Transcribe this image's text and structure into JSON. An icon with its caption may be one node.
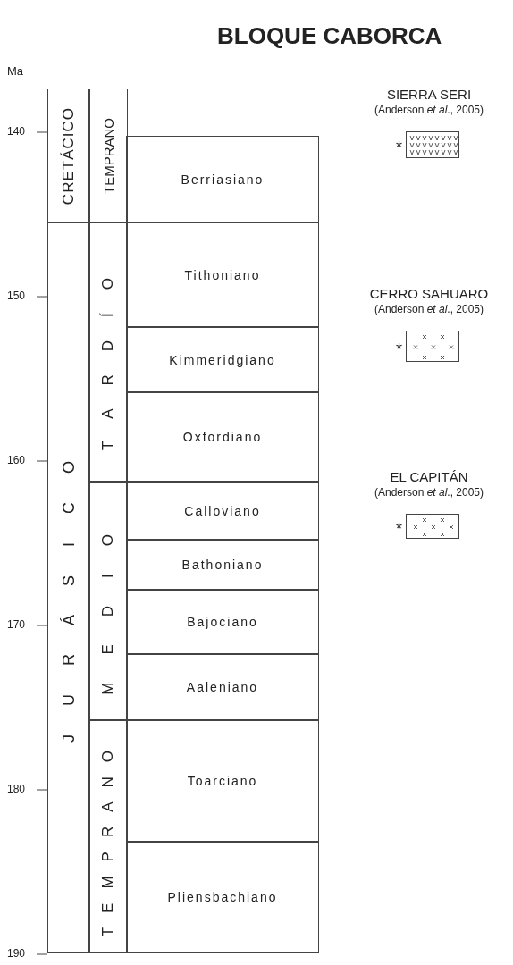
{
  "diagram": {
    "title": "BLOQUE CABORCA",
    "nodes": [
      {
        "text": [
          "CRETÁCICO"
        ]
      },
      {
        "text": [
          "JURÁSICO"
        ]
      },
      {
        "text": [
          "TEMPRANO"
        ]
      },
      {
        "text": [
          "TARDÍO"
        ]
      },
      {
        "text": [
          "MEDIO"
        ]
      },
      {
        "text": [
          "TEMPRANO"
        ]
      },
      {
        "text": [
          "Berriasiano"
        ]
      },
      {
        "text": [
          "Tithoniano"
        ]
      },
      {
        "text": [
          "Kimmeridgiano"
        ]
      },
      {
        "text": [
          "Oxfordiano"
        ]
      },
      {
        "text": [
          "Calloviano"
        ]
      },
      {
        "text": [
          "Bathoniano"
        ]
      },
      {
        "text": [
          "Bajociano"
        ]
      },
      {
        "text": [
          "Aaleniano"
        ]
      },
      {
        "text": [
          "Toarciano"
        ]
      },
      {
        "text": [
          "Pliensbachiano"
        ]
      },
      {
        "text": [
          "SIERRA SERI",
          "(Anderson *et al*., 2005)"
        ]
      },
      {
        "text": [],
        "shape": "box",
        "in": 16,
        "beside": [
          "*"
        ]
      },
      {
        "text": [
          "CERRO SAHUARO",
          "(Anderson *et al*., 2005)"
        ]
      },
      {
        "text": [],
        "shape": "box",
        "in": 18,
        "beside": [
          "*"
        ]
      },
      {
        "text": [
          "EL CAPITÁN",
          "(Anderson *et al*., 2005)"
        ]
      },
      {
        "text": [],
        "shape": "box",
        "in": 20,
        "beside": [
          "*"
        ]
      }
    ],
    "labels": [
      "Ma",
      "140",
      "150",
      "160",
      "170",
      "180",
      "190"
    ]
  }
}
